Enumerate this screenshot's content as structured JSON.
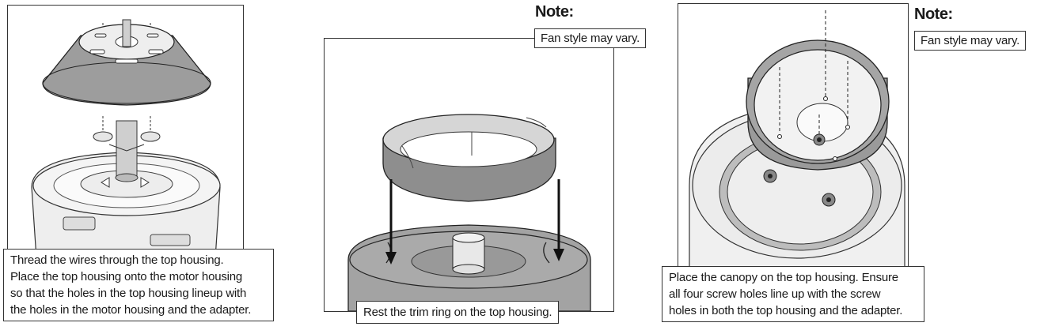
{
  "steps": [
    {
      "caption_lines": [
        "Thread the wires through the top housing.",
        "Place the top housing onto the motor housing",
        "so that the holes in the top housing lineup with",
        "the holes in the motor housing and the adapter."
      ]
    },
    {
      "note_title": "Note:",
      "note_text": "Fan style may vary.",
      "caption_lines": [
        "Rest the trim ring on the top housing."
      ]
    },
    {
      "note_title": "Note:",
      "note_text": "Fan style may vary.",
      "caption_lines": [
        "Place the canopy on the top housing. Ensure",
        "all four screw holes line up with the screw",
        "holes in both the top housing and the adapter."
      ]
    }
  ]
}
